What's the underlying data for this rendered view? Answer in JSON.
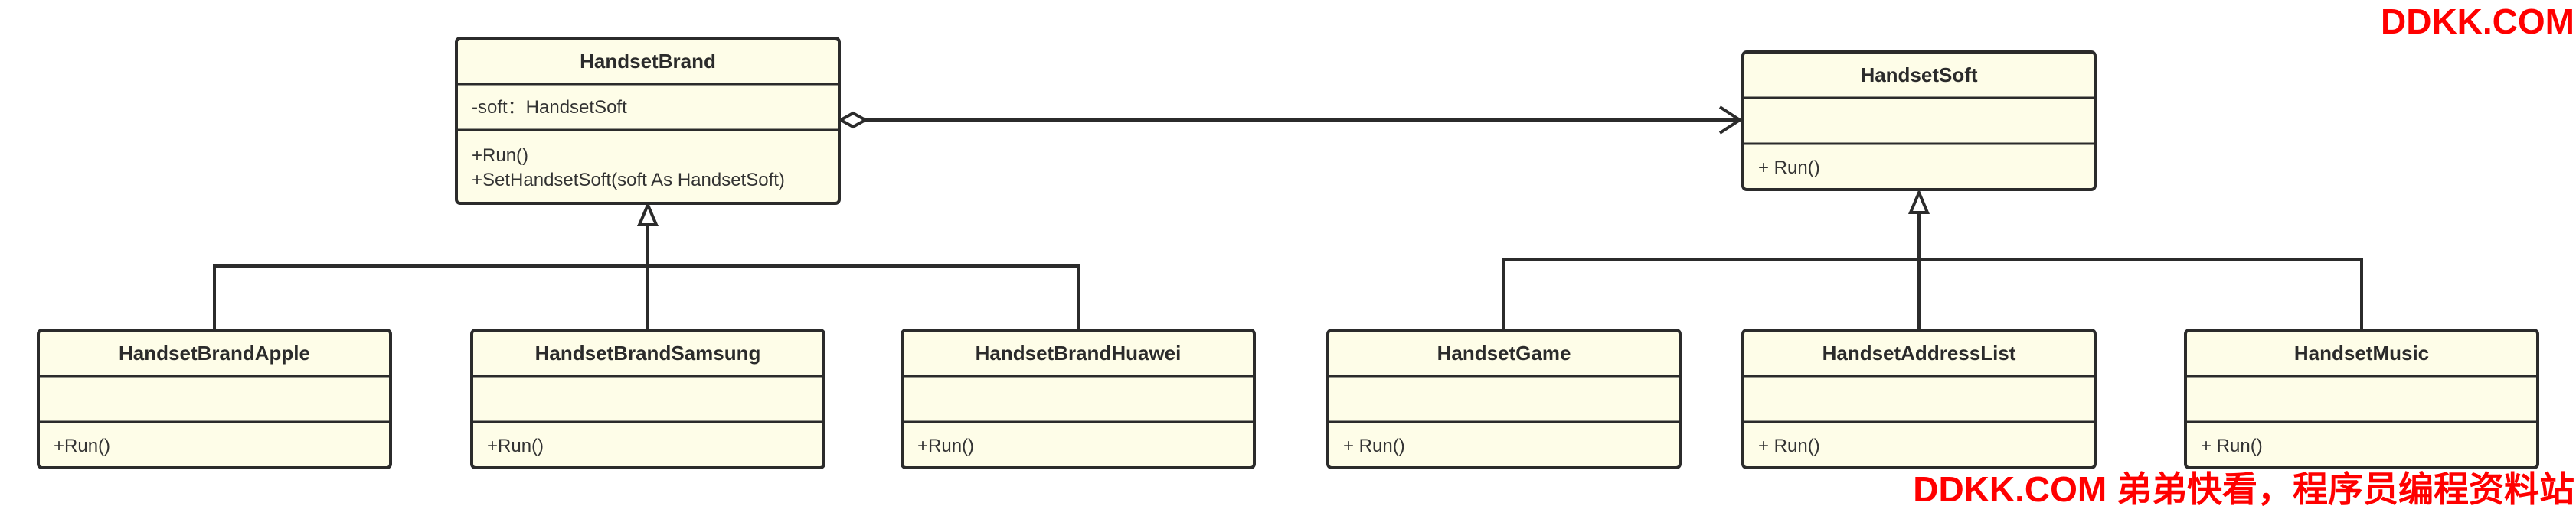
{
  "diagram": {
    "classes": [
      {
        "id": "HandsetBrand",
        "name": "HandsetBrand",
        "attributes": [
          "-soft：HandsetSoft"
        ],
        "operations": [
          "+Run()",
          "+SetHandsetSoft(soft As HandsetSoft)"
        ]
      },
      {
        "id": "HandsetSoft",
        "name": "HandsetSoft",
        "attributes": [],
        "operations": [
          "+ Run()"
        ]
      },
      {
        "id": "HandsetBrandApple",
        "name": "HandsetBrandApple",
        "attributes": [],
        "operations": [
          "+Run()"
        ]
      },
      {
        "id": "HandsetBrandSamsung",
        "name": "HandsetBrandSamsung",
        "attributes": [],
        "operations": [
          "+Run()"
        ]
      },
      {
        "id": "HandsetBrandHuawei",
        "name": "HandsetBrandHuawei",
        "attributes": [],
        "operations": [
          "+Run()"
        ]
      },
      {
        "id": "HandsetGame",
        "name": "HandsetGame",
        "attributes": [],
        "operations": [
          "+ Run()"
        ]
      },
      {
        "id": "HandsetAddressList",
        "name": "HandsetAddressList",
        "attributes": [],
        "operations": [
          "+ Run()"
        ]
      },
      {
        "id": "HandsetMusic",
        "name": "HandsetMusic",
        "attributes": [],
        "operations": [
          "+ Run()"
        ]
      }
    ],
    "relations": [
      {
        "type": "aggregation",
        "from": "HandsetBrand",
        "to": "HandsetSoft"
      },
      {
        "type": "inheritance",
        "from": "HandsetBrandApple",
        "to": "HandsetBrand"
      },
      {
        "type": "inheritance",
        "from": "HandsetBrandSamsung",
        "to": "HandsetBrand"
      },
      {
        "type": "inheritance",
        "from": "HandsetBrandHuawei",
        "to": "HandsetBrand"
      },
      {
        "type": "inheritance",
        "from": "HandsetGame",
        "to": "HandsetSoft"
      },
      {
        "type": "inheritance",
        "from": "HandsetAddressList",
        "to": "HandsetSoft"
      },
      {
        "type": "inheritance",
        "from": "HandsetMusic",
        "to": "HandsetSoft"
      }
    ]
  },
  "watermarks": {
    "top": "DDKK.COM",
    "bottom": "DDKK.COM 弟弟快看，程序员编程资料站"
  },
  "colors": {
    "class_fill": "#fefde8",
    "stroke": "#2b2b2b",
    "watermark": "#ff0000"
  }
}
